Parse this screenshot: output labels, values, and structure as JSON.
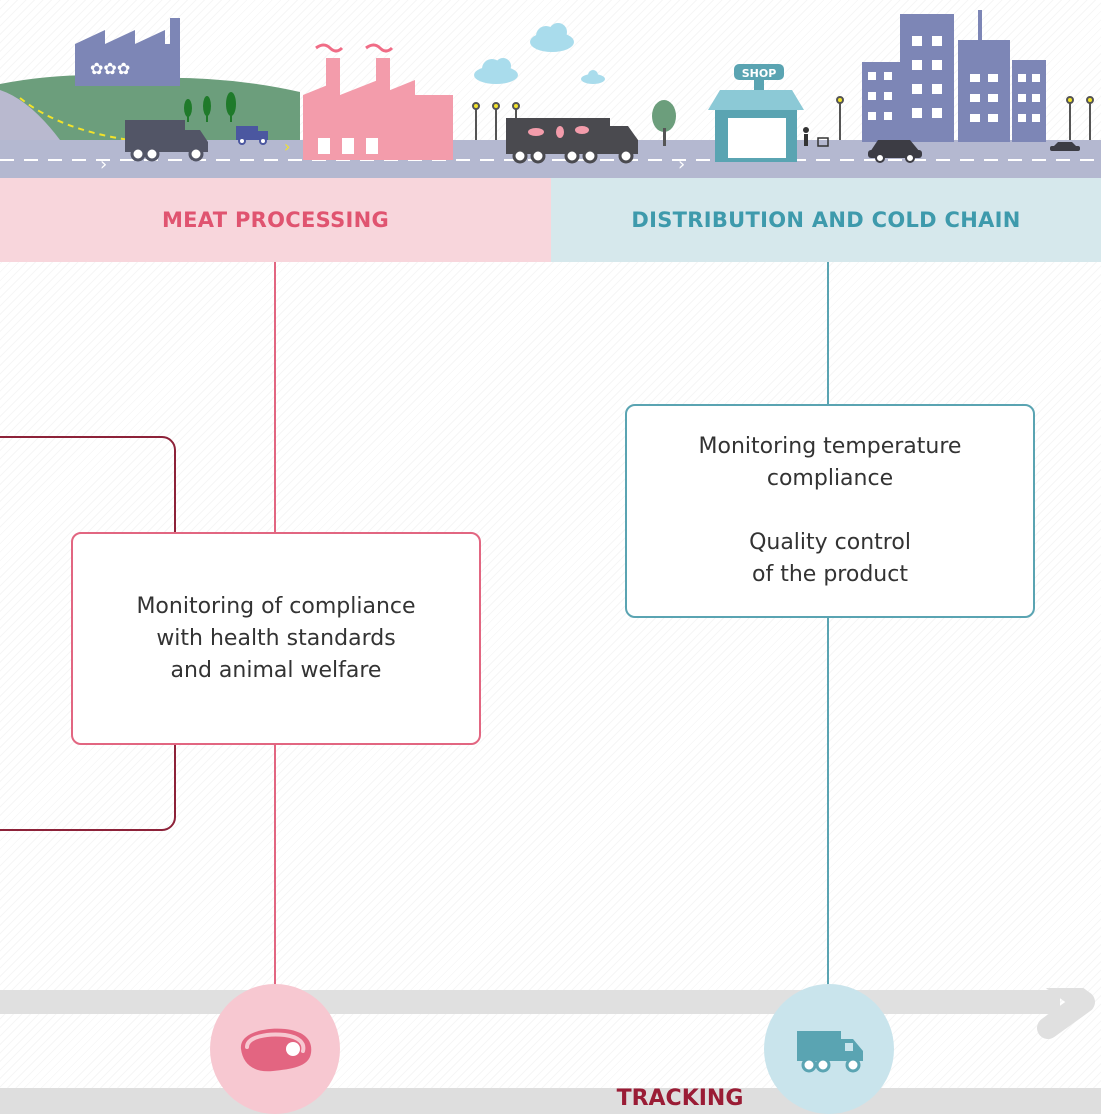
{
  "stages": {
    "meat_processing": {
      "label": "MEAT PROCESSING",
      "color": "#e05470"
    },
    "distribution": {
      "label": "DISTRIBUTION AND COLD CHAIN",
      "color": "#3e9aac"
    }
  },
  "boxes": {
    "meat": {
      "text": "Monitoring of compliance\nwith health standards\nand animal welfare"
    },
    "distribution": {
      "line1": "Monitoring temperature\ncompliance",
      "line2": "Quality control\nof the product"
    }
  },
  "scene": {
    "shop_sign": "SHOP"
  },
  "footer": {
    "tracking": "TRACKING"
  },
  "icons": {
    "meat_circle": "meat-steak-icon",
    "distribution_circle": "delivery-truck-icon"
  }
}
